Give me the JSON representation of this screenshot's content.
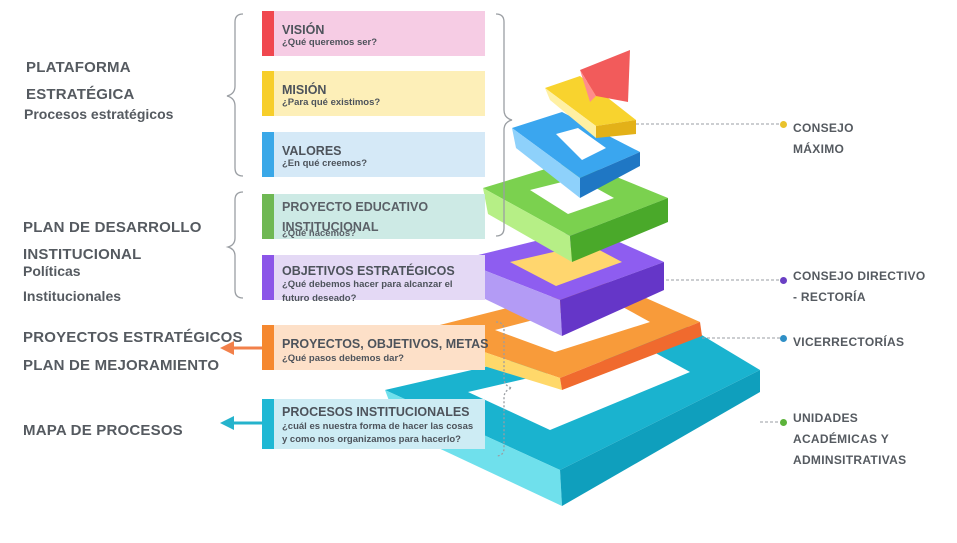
{
  "left_groups": {
    "plataforma": {
      "line1": "PLATAFORMA",
      "line2": "ESTRATÉGICA",
      "sub": "Procesos estratégicos"
    },
    "plan_desarrollo": {
      "line1": "PLAN DE DESARROLLO",
      "line2": "INSTITUCIONAL",
      "sub1": "Políticas",
      "sub2": "Institucionales"
    },
    "proyectos": {
      "line1": "PROYECTOS ESTRATÉGICOS",
      "line2": "PLAN DE MEJORAMIENTO"
    },
    "mapa": {
      "line1": "MAPA DE PROCESOS"
    }
  },
  "cards": [
    {
      "title": "VISIÓN",
      "question": "¿Qué queremos ser?",
      "bg": "#f6cce4",
      "accent": "#f0474f"
    },
    {
      "title": "MISIÓN",
      "question": "¿Para qué existimos?",
      "bg": "#fdefb8",
      "accent": "#f7ce2a"
    },
    {
      "title": "VALORES",
      "question": "¿En qué creemos?",
      "bg": "#d5e9f7",
      "accent": "#3aa8e8"
    },
    {
      "title": "PROYECTO EDUCATIVO INSTITUCIONAL",
      "title_line1": "PROYECTO EDUCATIVO",
      "title_line2": "INSTITUCIONAL",
      "question": "¿Qué hacemos?",
      "bg": "#c9e9e3",
      "accent": "#63b345"
    },
    {
      "title": "OBJETIVOS ESTRATÉGICOS",
      "question": "¿Qué debemos hacer para alcanzar el futuro deseado?",
      "question_line1": "¿Qué debemos hacer para alcanzar el",
      "question_line2": "futuro deseado?",
      "bg": "#e4d9f5",
      "accent": "#8b55e8"
    },
    {
      "title": "PROYECTOS, OBJETIVOS, METAS",
      "question": "¿Qué pasos debemos dar?",
      "bg": "#fde0c8",
      "accent": "#f5882f"
    },
    {
      "title": "PROCESOS INSTITUCIONALES",
      "question_line1": "¿cuál es nuestra forma de hacer las cosas",
      "question_line2": "y como nos organizamos para hacerlo?",
      "bg": "#cdecf4",
      "accent": "#1fb8d4"
    }
  ],
  "right_labels": [
    {
      "line1": "CONSEJO",
      "line2": "MÁXIMO",
      "dot": "#e9c22c"
    },
    {
      "line1": "CONSEJO DIRECTIVO",
      "line2": "- RECTORÍA",
      "dot": "#6a3fc4"
    },
    {
      "line1": "VICERRECTORÍAS",
      "dot": "#2f8fc6"
    },
    {
      "line1": "UNIDADES",
      "line2": "ACADÉMICAS Y",
      "line3": "ADMINSITRATIVAS",
      "dot": "#5cb33a"
    }
  ],
  "colors": {
    "text": "#555a60",
    "arrow_orange": "#f2804a",
    "arrow_teal": "#25b3cc",
    "brace": "#9a9ea3"
  },
  "icons": {
    "left-arrow-orange": "arrow-left-icon",
    "left-arrow-teal": "arrow-left-icon"
  }
}
